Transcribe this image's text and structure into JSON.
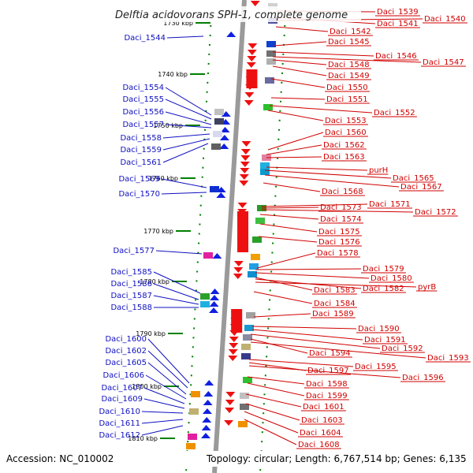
{
  "title": "Delftia acidovorans SPH-1, complete genome",
  "footer": {
    "accession": "Accession: NC_010002",
    "summary": "Topology: circular; Length: 6,767,514 bp; Genes: 6,135"
  },
  "colors": {
    "forward_gene": "#1020e0",
    "reverse_gene": "#ee1010",
    "left_label": "#1010c0",
    "right_label": "#d00000",
    "backbone": "#909090",
    "tick": "#008000"
  },
  "kbp_marks": [
    "1730 kbp",
    "1740 kbp",
    "1750 kbp",
    "1760 kbp",
    "1770 kbp",
    "1780 kbp",
    "1790 kbp",
    "1800 kbp",
    "1810 kbp"
  ],
  "left_labels": [
    "Daci_1544",
    "Daci_1554",
    "Daci_1555",
    "Daci_1556",
    "Daci_1557",
    "Daci_1558",
    "Daci_1559",
    "Daci_1561",
    "Daci_1569",
    "Daci_1570",
    "Daci_1577",
    "Daci_1585",
    "Daci_1586",
    "Daci_1587",
    "Daci_1588",
    "Daci_1600",
    "Daci_1602",
    "Daci_1605",
    "Daci_1606",
    "Daci_1607",
    "Daci_1609",
    "Daci_1610",
    "Daci_1611",
    "Daci_1612"
  ],
  "right_labels": [
    "Daci_1539",
    "Daci_1541",
    "Daci_1540",
    "Daci_1542",
    "Daci_1545",
    "Daci_1546",
    "Daci_1547",
    "Daci_1548",
    "Daci_1549",
    "Daci_1550",
    "Daci_1551",
    "Daci_1552",
    "Daci_1553",
    "Daci_1560",
    "Daci_1562",
    "Daci_1563",
    "purH",
    "Daci_1565",
    "Daci_1567",
    "Daci_1568",
    "Daci_1571",
    "Daci_1573",
    "Daci_1572",
    "Daci_1574",
    "Daci_1575",
    "Daci_1576",
    "Daci_1578",
    "Daci_1579",
    "Daci_1580",
    "Daci_1583",
    "Daci_1582",
    "pyrB",
    "Daci_1584",
    "Daci_1589",
    "Daci_1590",
    "Daci_1591",
    "Daci_1592",
    "Daci_1594",
    "Daci_1593",
    "Daci_1595",
    "Daci_1597",
    "Daci_1596",
    "Daci_1598",
    "Daci_1599",
    "Daci_1601",
    "Daci_1603",
    "Daci_1604",
    "Daci_1608"
  ]
}
